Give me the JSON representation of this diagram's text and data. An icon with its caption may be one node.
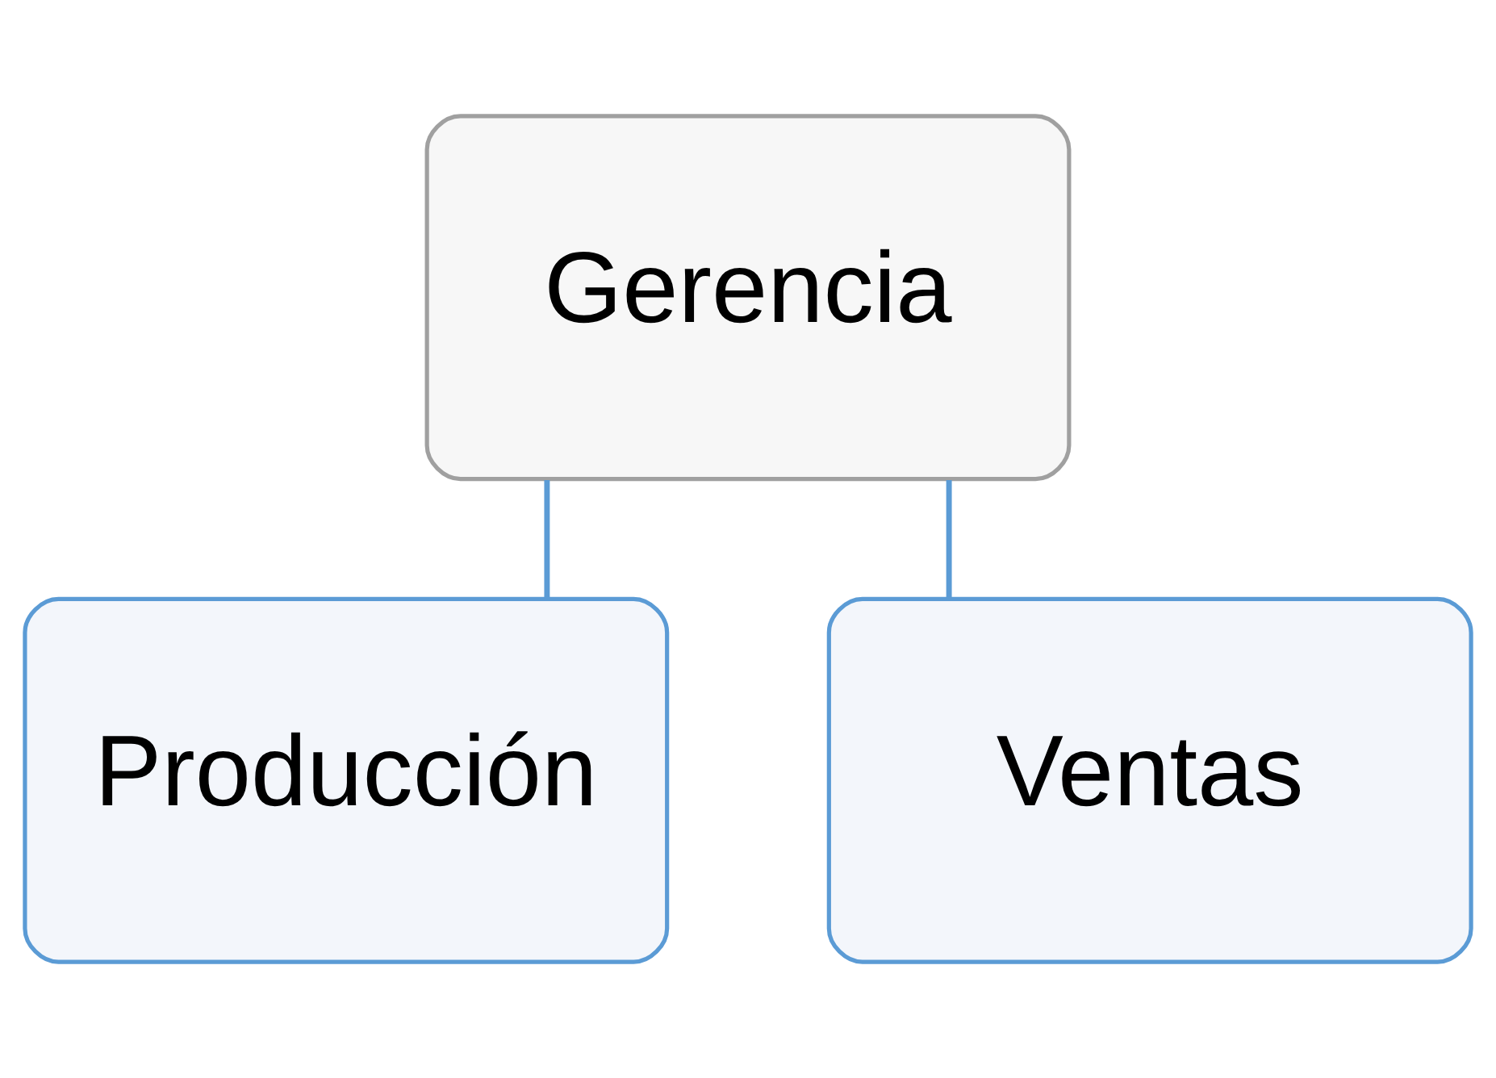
{
  "diagram": {
    "nodes": [
      {
        "text": [
          "Gerencia"
        ]
      },
      {
        "text": [
          "Producción"
        ]
      },
      {
        "text": [
          "Ventas"
        ]
      }
    ],
    "edges": [
      {
        "from": 0,
        "to": 1,
        "arrow": "none"
      },
      {
        "from": 0,
        "to": 2,
        "arrow": "none"
      }
    ]
  }
}
